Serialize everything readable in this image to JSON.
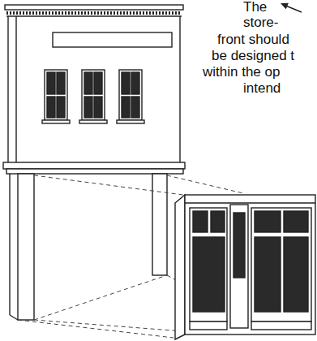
{
  "diagram": {
    "labels": [
      "The",
      "store-",
      "front should",
      "be designed t",
      "within the op",
      "intend"
    ]
  }
}
